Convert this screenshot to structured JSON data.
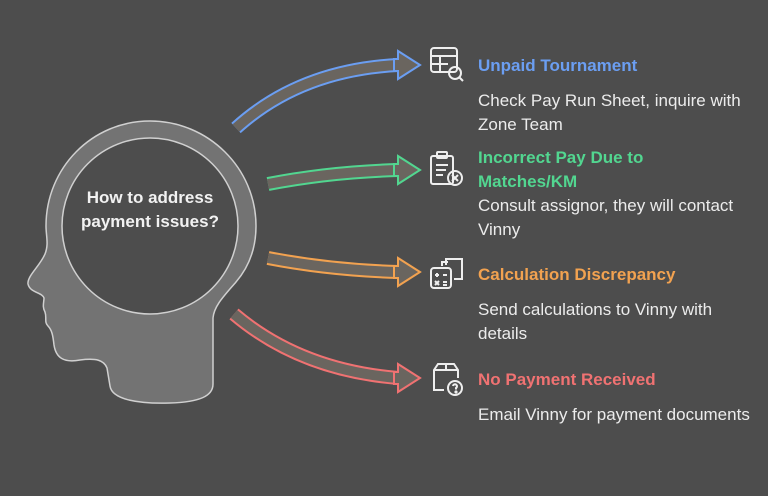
{
  "center": {
    "question": "How to address payment issues?"
  },
  "items": [
    {
      "title": "Unpaid Tournament",
      "description": "Check Pay Run Sheet, inquire with Zone Team",
      "icon": "spreadsheet-search-icon",
      "color": "#6b9ef2"
    },
    {
      "title": "Incorrect Pay Due to Matches/KM",
      "description": "Consult assignor, they will contact Vinny",
      "icon": "clipboard-x-icon",
      "color": "#52d690"
    },
    {
      "title": "Calculation Discrepancy",
      "description": "Send calculations to Vinny with details",
      "icon": "calculator-documents-icon",
      "color": "#f2a250"
    },
    {
      "title": "No Payment Received",
      "description": "Email Vinny for payment documents",
      "icon": "package-question-icon",
      "color": "#f07272"
    }
  ],
  "colors": {
    "background": "#4d4d4d",
    "head": "#737373",
    "outline": "#d0d0d0"
  }
}
